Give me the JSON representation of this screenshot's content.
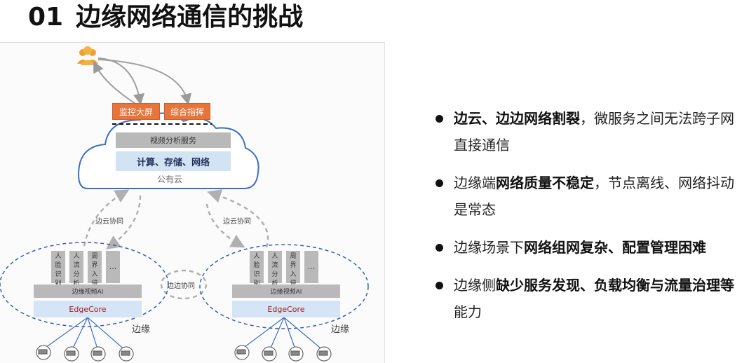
{
  "title": {
    "number": "01",
    "text": "边缘网络通信的挑战"
  },
  "diagram": {
    "top_buttons": [
      "监控大屏",
      "综合指挥"
    ],
    "cloud": {
      "service": "视频分析服务",
      "infra": "计算、存储、网络",
      "label": "公有云"
    },
    "collab_cloud_edge": "边云协同",
    "collab_edge_edge": "边边协同",
    "edges": [
      {
        "apps": [
          [
            "人",
            "脸",
            "识",
            "别"
          ],
          [
            "人",
            "流",
            "分",
            "析"
          ],
          [
            "周",
            "界",
            "入",
            "侵"
          ]
        ],
        "more": "...",
        "ai": "边缘视频AI",
        "core": "EdgeCore",
        "label": "边缘"
      },
      {
        "apps": [
          [
            "人",
            "脸",
            "识",
            "别"
          ],
          [
            "人",
            "流",
            "分",
            "析"
          ],
          [
            "周",
            "界",
            "入",
            "侵"
          ]
        ],
        "more": "...",
        "ai": "边缘视频AI",
        "core": "EdgeCore",
        "label": "边缘"
      }
    ]
  },
  "bullets": [
    {
      "parts": [
        {
          "t": "边云、边边网络割裂",
          "b": true
        },
        {
          "t": "，微服务之间无法跨子网直接通信",
          "b": false
        }
      ]
    },
    {
      "parts": [
        {
          "t": "边缘端",
          "b": false
        },
        {
          "t": "网络质量不稳定",
          "b": true
        },
        {
          "t": "，节点离线、网络抖动是常态",
          "b": false
        }
      ]
    },
    {
      "parts": [
        {
          "t": "边缘场景下",
          "b": false
        },
        {
          "t": "网络组网复杂、配置管理困难",
          "b": true
        }
      ]
    },
    {
      "parts": [
        {
          "t": "边缘侧",
          "b": false
        },
        {
          "t": "缺少服务发现、负载均衡与流量治理等",
          "b": true
        },
        {
          "t": "能力",
          "b": false
        }
      ]
    }
  ],
  "colors": {
    "orange": "#e8743b",
    "blue_box": "#d2e3f4",
    "gray_box": "#b9b9b9",
    "cloud_outline": "#3b6fc6",
    "edge_outline": "#3b5fb0"
  }
}
